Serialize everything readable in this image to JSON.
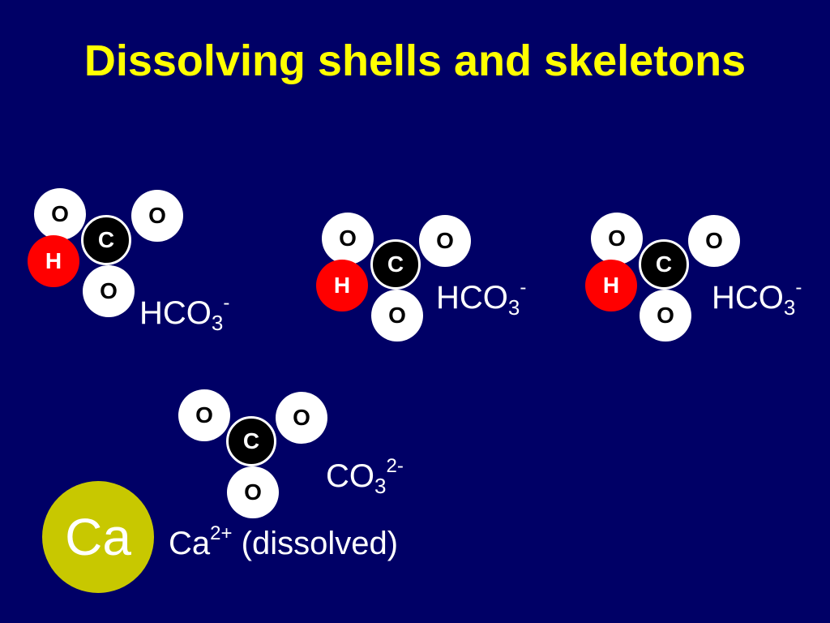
{
  "title": "Dissolving shells and skeletons",
  "molecules": [
    {
      "atoms": {
        "o_top_left": "O",
        "o_top_right": "O",
        "carbon": "C",
        "hydrogen": "H",
        "o_bottom": "O"
      },
      "formula": {
        "base": "HCO",
        "sub": "3",
        "sup": "-"
      }
    },
    {
      "atoms": {
        "o_top_left": "O",
        "o_top_right": "O",
        "carbon": "C",
        "hydrogen": "H",
        "o_bottom": "O"
      },
      "formula": {
        "base": "HCO",
        "sub": "3",
        "sup": "-"
      }
    },
    {
      "atoms": {
        "o_top_left": "O",
        "o_top_right": "O",
        "carbon": "C",
        "hydrogen": "H",
        "o_bottom": "O"
      },
      "formula": {
        "base": "HCO",
        "sub": "3",
        "sup": "-"
      }
    },
    {
      "atoms": {
        "o_top_left": "O",
        "o_top_right": "O",
        "carbon": "C",
        "o_bottom": "O"
      },
      "formula": {
        "base": "CO",
        "sub": "3",
        "sup": "2-"
      }
    }
  ],
  "calcium": {
    "symbol": "Ca",
    "label_base": "Ca",
    "label_sup": "2+",
    "label_rest": " (dissolved)"
  },
  "colors": {
    "background": "#000066",
    "title": "#ffff00",
    "oxygen": "#ffffff",
    "hydrogen": "#ff0000",
    "carbon": "#000000",
    "calcium": "#c8c800"
  }
}
